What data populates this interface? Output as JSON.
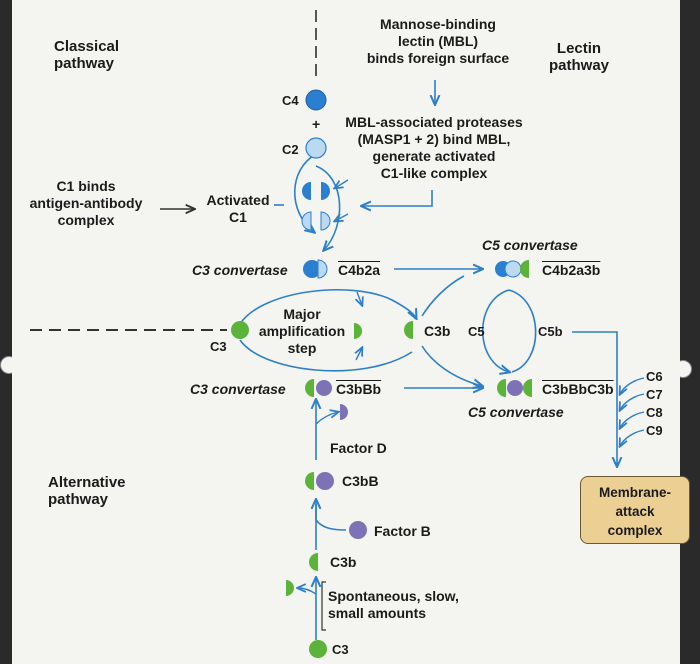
{
  "pathways": {
    "classical": "Classical\npathway",
    "lectin": "Lectin\npathway",
    "alternative": "Alternative\npathway"
  },
  "lectin_steps": {
    "mbl_binding": "Mannose-binding\nlectin (MBL)\nbinds foreign surface",
    "masp": "MBL-associated proteases\n(MASP1 + 2) bind MBL,\ngenerate activated\nC1-like complex"
  },
  "classical_steps": {
    "c1_binds": "C1 binds\nantigen-antibody\ncomplex",
    "activated_c1": "Activated\nC1",
    "c4": "C4",
    "plus": "+",
    "c2": "C2"
  },
  "convertases": {
    "c3_convertase_label": "C3 convertase",
    "c4b2a": "C4b2a",
    "c5_convertase_label": "C5 convertase",
    "c4b2a3b": "C4b2a3b",
    "c3bbb": "C3bBb",
    "c3bbbc3b": "C3bBbC3b"
  },
  "amplification": {
    "c3": "C3",
    "major": "Major\namplification\nstep",
    "c3b": "C3b"
  },
  "c5": {
    "c5": "C5",
    "c5b": "C5b"
  },
  "terminal": {
    "c6": "C6",
    "c7": "C7",
    "c8": "C8",
    "c9": "C9",
    "mac": "Membrane-\nattack\ncomplex"
  },
  "alternative_steps": {
    "factor_d": "Factor D",
    "c3bb": "C3bB",
    "factor_b": "Factor B",
    "c3b": "C3b",
    "spontaneous": "Spontaneous, slow,\nsmall amounts",
    "c3": "C3"
  },
  "colors": {
    "blue": "#2b7fd0",
    "light_blue": "#bcd9f2",
    "green": "#5cb33a",
    "purple": "#7d72b6",
    "arrow": "#2d7fc7",
    "mac_fill": "#eccf93"
  }
}
